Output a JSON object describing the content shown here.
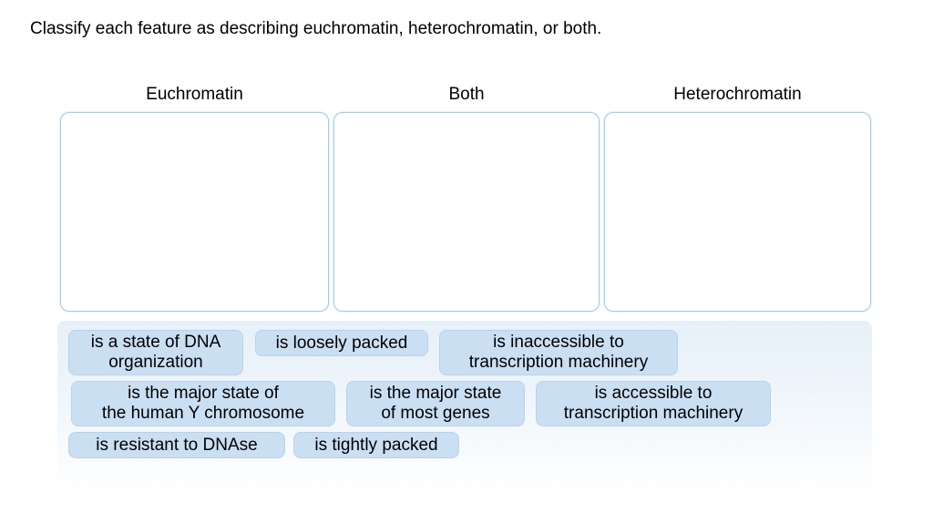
{
  "prompt": "Classify each feature as describing euchromatin, heterochromatin, or both.",
  "bins": [
    {
      "label": "Euchromatin"
    },
    {
      "label": "Both"
    },
    {
      "label": "Heterochromatin"
    }
  ],
  "bank": {
    "chips": [
      {
        "label": "is a state of DNA\norganization"
      },
      {
        "label": "is loosely packed"
      },
      {
        "label": "is inaccessible to\ntranscription machinery"
      },
      {
        "label": "is the major state of\nthe human Y chromosome"
      },
      {
        "label": "is the major state\nof most genes"
      },
      {
        "label": "is accessible to\ntranscription machinery"
      },
      {
        "label": "is resistant to DNAse"
      },
      {
        "label": "is tightly packed"
      }
    ]
  },
  "colors": {
    "chip_fill": "#cbdff3",
    "chip_border": "#b9d2ea",
    "bin_border": "#a9cbe9",
    "bank_panel_top": "#e7f0f9",
    "bank_panel_bottom": "#ffffff",
    "text": "#000000"
  }
}
